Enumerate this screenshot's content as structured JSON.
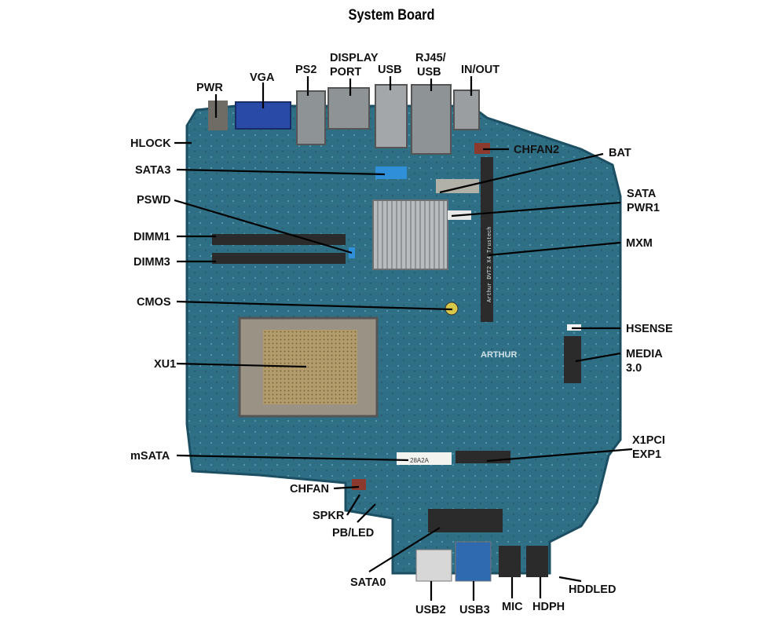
{
  "title": "System Board",
  "colors": {
    "pcb": "#2f6f86",
    "pcb_dark": "#1d4f63",
    "heatsink": "#b8bcbf",
    "socket": "#9a9284",
    "dimm_slot": "#2b2b2b",
    "sata_blue": "#2f8fd8",
    "vga_blue": "#2a4aa8",
    "metal": "#8e9396",
    "leader_line": "#000000",
    "label_text": "#111111"
  },
  "labels": {
    "pwr": "PWR",
    "vga": "VGA",
    "ps2": "PS2",
    "display_port": [
      "DISPLAY",
      "PORT"
    ],
    "usb_top": "USB",
    "rj45_usb": [
      "RJ45/",
      "USB"
    ],
    "in_out": "IN/OUT",
    "hlock": "HLOCK",
    "chfan2": "CHFAN2",
    "bat": "BAT",
    "sata3": "SATA3",
    "sata_pwr1": [
      "SATA",
      "PWR1"
    ],
    "pswd": "PSWD",
    "dimm1": "DIMM1",
    "dimm3": "DIMM3",
    "mxm": "MXM",
    "cmos": "CMOS",
    "hsense": "HSENSE",
    "media": [
      "MEDIA",
      "3.0"
    ],
    "xu1": "XU1",
    "x1pci_exp1": [
      "X1PCI",
      "EXP1"
    ],
    "msata": "mSATA",
    "chfan": "CHFAN",
    "spkr": "SPKR",
    "pb_led": "PB/LED",
    "sata0": "SATA0",
    "hddled": "HDDLED",
    "usb2": "USB2",
    "usb3": "USB3",
    "mic": "MIC",
    "hdph": "HDPH"
  },
  "board_markings": {
    "brand": "ARTHUR",
    "mxm_silk": "Arthur DVT2 X4 Trustech",
    "msata_silk": "28A2A"
  }
}
